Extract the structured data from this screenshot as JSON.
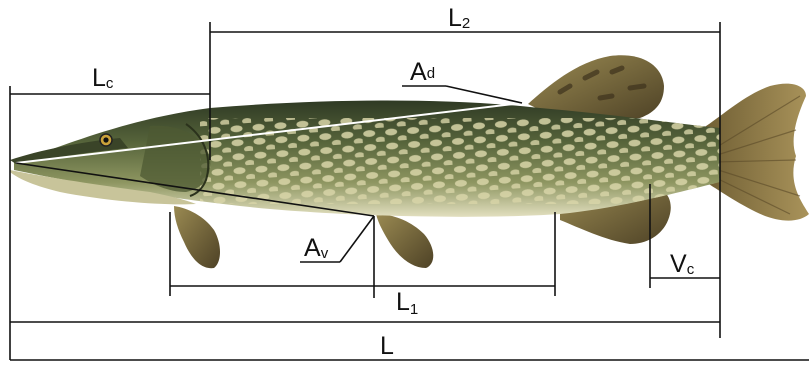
{
  "figure": {
    "labels": {
      "L2": {
        "main": "L",
        "sub": "2"
      },
      "Lc": {
        "main": "L",
        "sub": "c"
      },
      "Ad": {
        "main": "A",
        "sub": "d"
      },
      "Av": {
        "main": "A",
        "sub": "v"
      },
      "L1": {
        "main": "L",
        "sub": "1"
      },
      "Vc": {
        "main": "V",
        "sub": "c"
      },
      "L": {
        "main": "L"
      }
    },
    "colors": {
      "body_dark": "#3d4a2e",
      "body_mid": "#6b7a45",
      "belly": "#d9d6b0",
      "spots": "#d8d5a8",
      "fins": "#7a6a3a",
      "fin_dark": "#4a3f25",
      "lines": "#111111"
    }
  }
}
